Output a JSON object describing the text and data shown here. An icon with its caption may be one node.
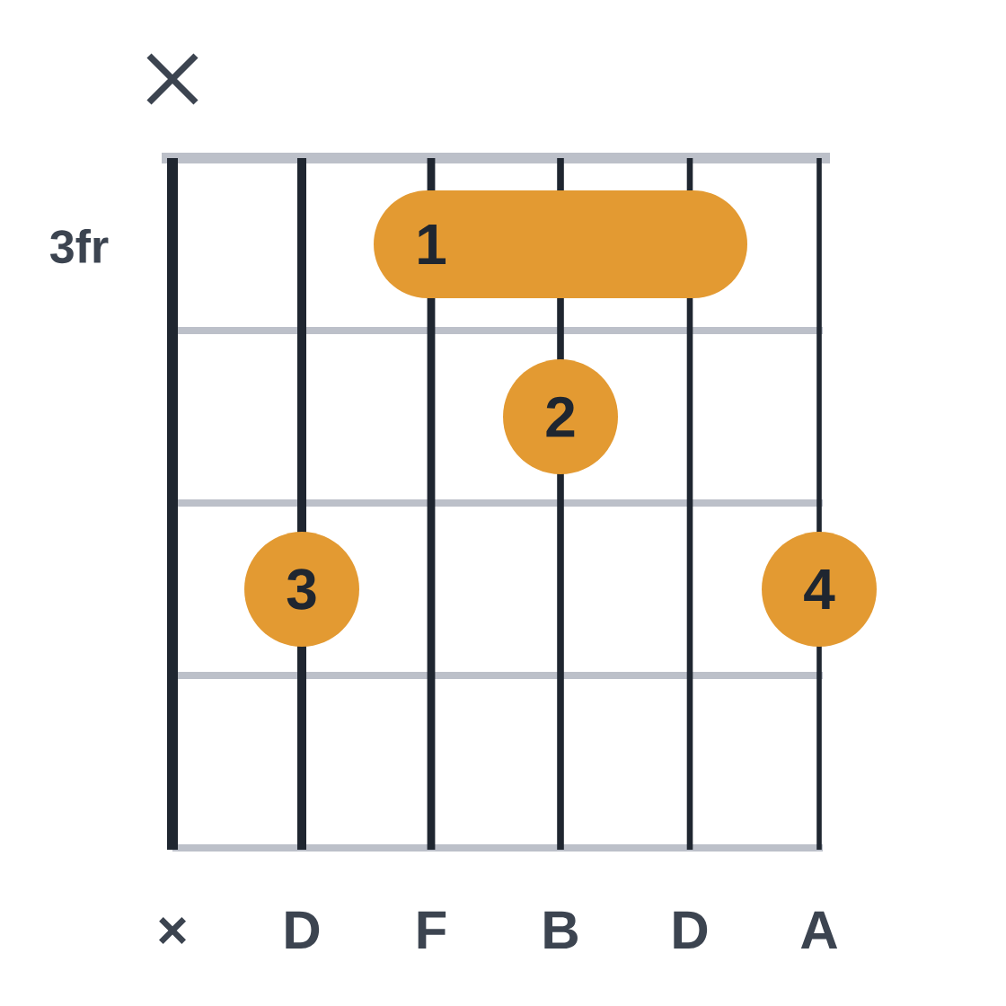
{
  "diagram": {
    "nodes": [
      {
        "text": [
          "1"
        ]
      },
      {
        "text": [
          "2"
        ]
      },
      {
        "text": [
          "3"
        ]
      },
      {
        "text": [
          "4"
        ]
      }
    ],
    "labels": [
      "3fr",
      "×",
      "D",
      "F",
      "B",
      "D",
      "A"
    ]
  }
}
